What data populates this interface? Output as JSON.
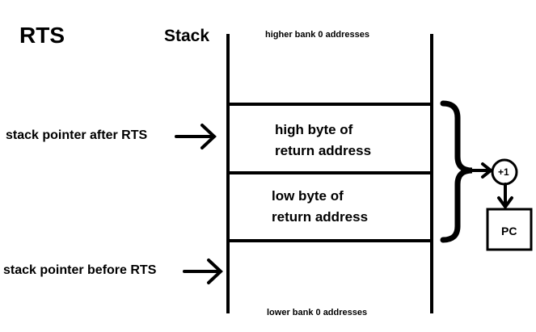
{
  "title": "RTS",
  "stack_label": "Stack",
  "higher_label": "higher bank 0 addresses",
  "lower_label": "lower bank 0 addresses",
  "cells": [
    {
      "line1": "high byte of",
      "line2": "return address"
    },
    {
      "line1": "low byte of",
      "line2": "return address"
    }
  ],
  "pointers": {
    "after": "stack pointer after RTS",
    "before": "stack pointer before RTS"
  },
  "increment": "+1",
  "pc": "PC"
}
